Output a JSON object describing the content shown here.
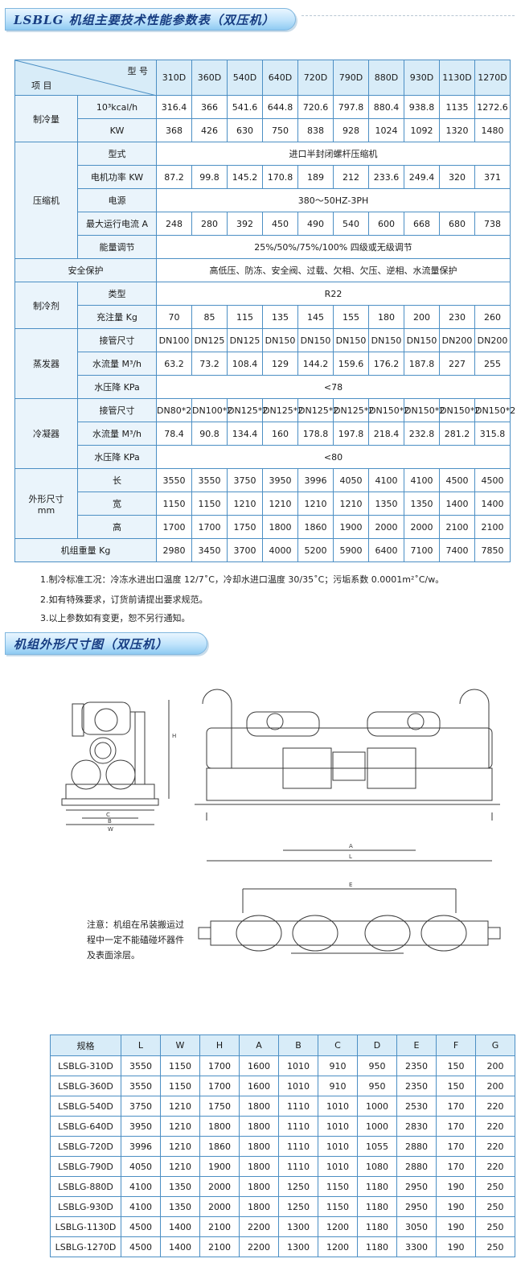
{
  "title1": "LSBLG 机组主要技术性能参数表（双压机）",
  "title2": "机组外形尺寸图（双压机）",
  "spec": {
    "header_type": "型 号",
    "header_item": "项 目",
    "models": [
      "310D",
      "360D",
      "540D",
      "640D",
      "720D",
      "790D",
      "880D",
      "930D",
      "1130D",
      "1270D"
    ],
    "cooling": {
      "label": "制冷量",
      "kcal": {
        "unit": "10³kcal/h",
        "values": [
          "316.4",
          "366",
          "541.6",
          "644.8",
          "720.6",
          "797.8",
          "880.4",
          "938.8",
          "1135",
          "1272.6"
        ]
      },
      "kw": {
        "unit": "KW",
        "values": [
          "368",
          "426",
          "630",
          "750",
          "838",
          "928",
          "1024",
          "1092",
          "1320",
          "1480"
        ]
      }
    },
    "compressor": {
      "label": "压缩机",
      "type": {
        "label": "型式",
        "value": "进口半封闭螺杆压缩机"
      },
      "power": {
        "label": "电机功率 KW",
        "values": [
          "87.2",
          "99.8",
          "145.2",
          "170.8",
          "189",
          "212",
          "233.6",
          "249.4",
          "320",
          "371"
        ]
      },
      "supply": {
        "label": "电源",
        "value": "380～50HZ-3PH"
      },
      "current": {
        "label": "最大运行电流 A",
        "values": [
          "248",
          "280",
          "392",
          "450",
          "490",
          "540",
          "600",
          "668",
          "680",
          "738"
        ]
      },
      "capacity": {
        "label": "能量调节",
        "value": "25%/50%/75%/100% 四级或无级调节"
      }
    },
    "safety": {
      "label": "安全保护",
      "value": "高低压、防冻、安全阀、过载、欠相、欠压、逆相、水流量保护"
    },
    "refrigerant": {
      "label": "制冷剂",
      "type": {
        "label": "类型",
        "value": "R22"
      },
      "charge": {
        "label": "充注量 Kg",
        "values": [
          "70",
          "85",
          "115",
          "135",
          "145",
          "155",
          "180",
          "200",
          "230",
          "260"
        ]
      }
    },
    "evaporator": {
      "label": "蒸发器",
      "pipe": {
        "label": "接管尺寸",
        "values": [
          "DN100",
          "DN125",
          "DN125",
          "DN150",
          "DN150",
          "DN150",
          "DN150",
          "DN150",
          "DN200",
          "DN200"
        ]
      },
      "flow": {
        "label": "水流量 M³/h",
        "values": [
          "63.2",
          "73.2",
          "108.4",
          "129",
          "144.2",
          "159.6",
          "176.2",
          "187.8",
          "227",
          "255"
        ]
      },
      "drop": {
        "label": "水压降 KPa",
        "value": "<78"
      }
    },
    "condenser": {
      "label": "冷凝器",
      "pipe": {
        "label": "接管尺寸",
        "values": [
          "DN80*2",
          "DN100*2",
          "DN125*2",
          "DN125*2",
          "DN125*2",
          "DN125*2",
          "DN150*2",
          "DN150*2",
          "DN150*2",
          "DN150*2"
        ]
      },
      "flow": {
        "label": "水流量 M³/h",
        "values": [
          "78.4",
          "90.8",
          "134.4",
          "160",
          "178.8",
          "197.8",
          "218.4",
          "232.8",
          "281.2",
          "315.8"
        ]
      },
      "drop": {
        "label": "水压降 KPa",
        "value": "<80"
      }
    },
    "dimension": {
      "label1": "外形尺寸",
      "label2": "mm",
      "length": {
        "label": "长",
        "values": [
          "3550",
          "3550",
          "3750",
          "3950",
          "3996",
          "4050",
          "4100",
          "4100",
          "4500",
          "4500"
        ]
      },
      "width": {
        "label": "宽",
        "values": [
          "1150",
          "1150",
          "1210",
          "1210",
          "1210",
          "1210",
          "1350",
          "1350",
          "1400",
          "1400"
        ]
      },
      "height": {
        "label": "高",
        "values": [
          "1700",
          "1700",
          "1750",
          "1800",
          "1860",
          "1900",
          "2000",
          "2000",
          "2100",
          "2100"
        ]
      }
    },
    "weight": {
      "label": "机组重量 Kg",
      "values": [
        "2980",
        "3450",
        "3700",
        "4000",
        "5200",
        "5900",
        "6400",
        "7100",
        "7400",
        "7850"
      ]
    }
  },
  "notes": [
    "1.制冷标准工况：冷冻水进出口温度 12/7˚C，冷却水进口温度 30/35˚C；污垢系数 0.0001m²˚C/w。",
    "2.如有特殊要求，订货前请提出要求规范。",
    "3.以上参数如有变更，恕不另行通知。"
  ],
  "drawing": {
    "notice": "注意：机组在吊装搬运过程中一定不能磕碰坏器件及表面涂层。",
    "dim_labels": {
      "H": "H",
      "C": "C",
      "B": "B",
      "W": "W",
      "A": "A",
      "L": "L",
      "E": "E"
    }
  },
  "dims": {
    "headers": [
      "规格",
      "L",
      "W",
      "H",
      "A",
      "B",
      "C",
      "D",
      "E",
      "F",
      "G"
    ],
    "rows": [
      [
        "LSBLG-310D",
        "3550",
        "1150",
        "1700",
        "1600",
        "1010",
        "910",
        "950",
        "2350",
        "150",
        "200"
      ],
      [
        "LSBLG-360D",
        "3550",
        "1150",
        "1700",
        "1600",
        "1010",
        "910",
        "950",
        "2350",
        "150",
        "200"
      ],
      [
        "LSBLG-540D",
        "3750",
        "1210",
        "1750",
        "1800",
        "1110",
        "1010",
        "1000",
        "2530",
        "170",
        "220"
      ],
      [
        "LSBLG-640D",
        "3950",
        "1210",
        "1800",
        "1800",
        "1110",
        "1010",
        "1000",
        "2830",
        "170",
        "220"
      ],
      [
        "LSBLG-720D",
        "3996",
        "1210",
        "1860",
        "1800",
        "1110",
        "1010",
        "1055",
        "2880",
        "170",
        "220"
      ],
      [
        "LSBLG-790D",
        "4050",
        "1210",
        "1900",
        "1800",
        "1110",
        "1010",
        "1080",
        "2880",
        "170",
        "220"
      ],
      [
        "LSBLG-880D",
        "4100",
        "1350",
        "2000",
        "1800",
        "1250",
        "1150",
        "1180",
        "2950",
        "190",
        "250"
      ],
      [
        "LSBLG-930D",
        "4100",
        "1350",
        "2000",
        "1800",
        "1250",
        "1150",
        "1180",
        "2950",
        "190",
        "250"
      ],
      [
        "LSBLG-1130D",
        "4500",
        "1400",
        "2100",
        "2200",
        "1300",
        "1200",
        "1180",
        "3050",
        "190",
        "250"
      ],
      [
        "LSBLG-1270D",
        "4500",
        "1400",
        "2100",
        "2200",
        "1300",
        "1200",
        "1180",
        "3300",
        "190",
        "250"
      ]
    ]
  }
}
